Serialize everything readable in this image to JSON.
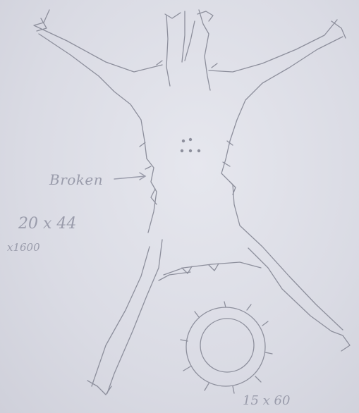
{
  "annotations": {
    "broken_label": "Broken",
    "size_label": "20 x 44",
    "magnification_label": "x1600",
    "inset_label": "15 x 60"
  },
  "colors": {
    "paper": "#dcdde6",
    "pencil": "#8d8f9c"
  }
}
